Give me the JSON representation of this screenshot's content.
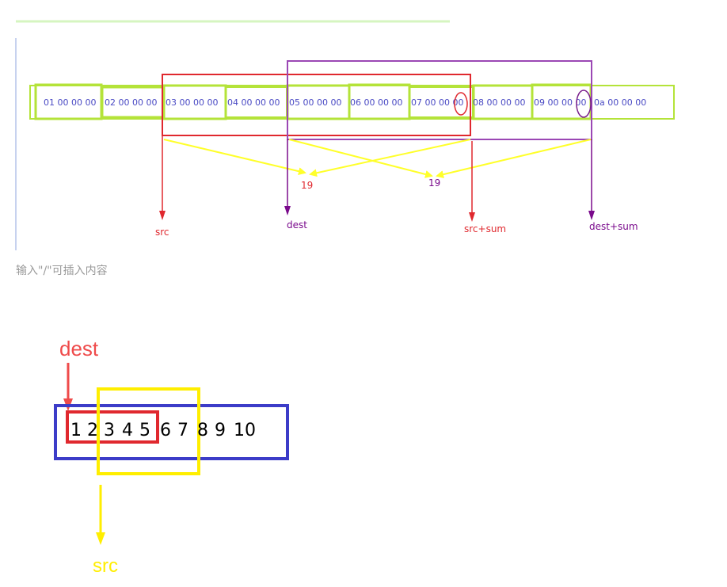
{
  "hint_text": "输入\"/\"可插入内容",
  "diagram1": {
    "cells": [
      "01 00 00 00",
      "02 00 00 00",
      "03 00 00 00",
      "04 00 00 00",
      "05 00 00 00",
      "06 00 00 00",
      "07 00 00 00",
      "08 00 00 00",
      "09 00 00 00",
      "0a 00 00 00"
    ],
    "labels": {
      "count_left": "19",
      "count_right": "19",
      "src": "src",
      "dest": "dest",
      "src_sum": "src+sum",
      "dest_sum": "dest+sum"
    },
    "colors": {
      "green": "#b4e339",
      "red": "#e0282e",
      "purple": "#9b47b4",
      "yellow": "#ffff2a",
      "dark_purple": "#7a0a8c",
      "text_blue": "#4a4ac4"
    }
  },
  "diagram2": {
    "numbers": [
      "1",
      "2",
      "3",
      "4",
      "5",
      "6",
      "7",
      "8",
      "9",
      "10"
    ],
    "labels": {
      "dest": "dest",
      "src": "src"
    },
    "colors": {
      "blue": "#3c3cc8",
      "red": "#e0282e",
      "yellow": "#ffee00"
    }
  }
}
